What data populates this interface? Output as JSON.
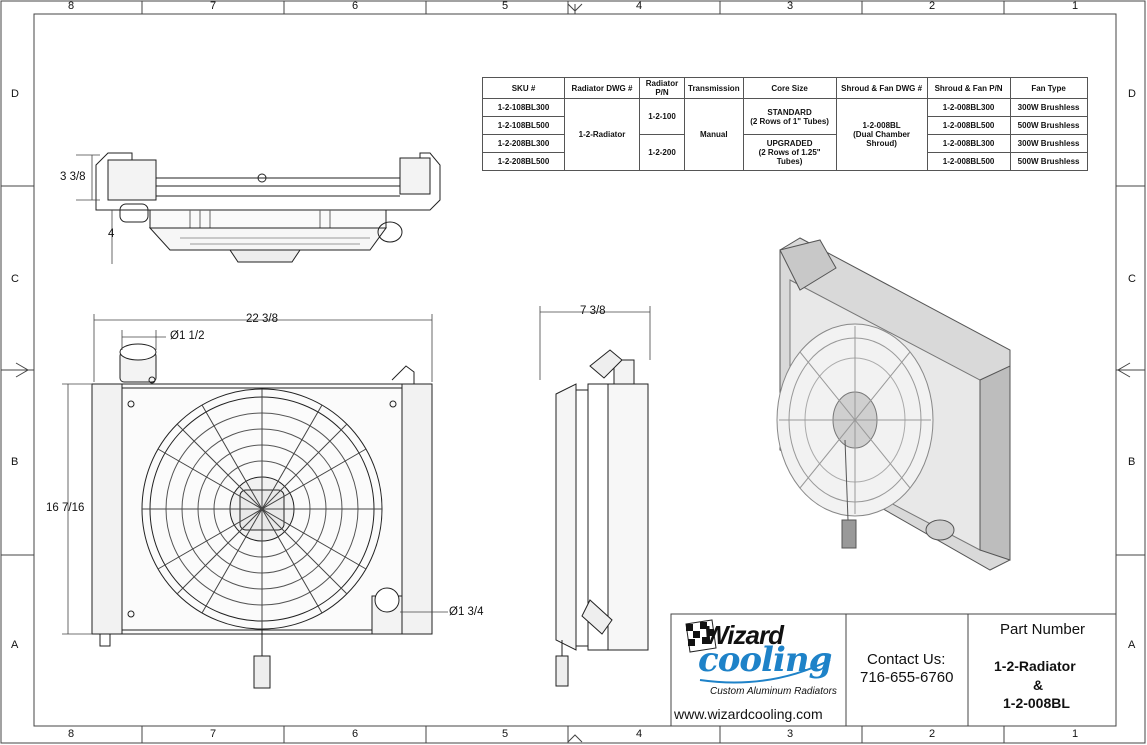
{
  "grid": {
    "columns": [
      "8",
      "7",
      "6",
      "5",
      "4",
      "3",
      "2",
      "1"
    ],
    "rows": [
      "D",
      "C",
      "B",
      "A"
    ]
  },
  "table": {
    "headers": [
      "SKU #",
      "Radiator DWG #",
      "Radiator P/N",
      "Transmission",
      "Core Size",
      "Shroud & Fan DWG #",
      "Shroud & Fan P/N",
      "Fan Type"
    ],
    "skus": [
      "1-2-108BL300",
      "1-2-108BL500",
      "1-2-208BL300",
      "1-2-208BL500"
    ],
    "radiator_dwg": "1-2-Radiator",
    "radiator_pn": [
      "1-2-100",
      "1-2-200"
    ],
    "transmission": "Manual",
    "core_size": [
      {
        "line1": "STANDARD",
        "line2": "(2 Rows of 1\" Tubes)"
      },
      {
        "line1": "UPGRADED",
        "line2": "(2 Rows of 1.25\" Tubes)"
      }
    ],
    "shroud_dwg": {
      "line1": "1-2-008BL",
      "line2": "(Dual Chamber Shroud)"
    },
    "shroud_pn": [
      "1-2-008BL300",
      "1-2-008BL500",
      "1-2-008BL300",
      "1-2-008BL500"
    ],
    "fan_type": [
      "300W Brushless",
      "500W Brushless",
      "300W Brushless",
      "500W Brushless"
    ]
  },
  "dimensions": {
    "top_height": "3 3/8",
    "top_depth": "4",
    "width": "22 3/8",
    "inlet_dia": "Ø1 1/2",
    "height": "16 7/16",
    "outlet_dia": "Ø1 3/4",
    "side_depth": "7 3/8"
  },
  "title_block": {
    "brand": "Wizard",
    "brand_script": "cooling",
    "tagline": "Custom Aluminum Radiators",
    "url": "www.wizardcooling.com",
    "contact_label": "Contact Us:",
    "phone": "716-655-6760",
    "part_number_label": "Part Number",
    "part_number_line1": "1-2-Radiator",
    "part_number_line2": "&",
    "part_number_line3": "1-2-008BL"
  },
  "colors": {
    "brand_blue": "#1e82c8",
    "line": "#222222"
  }
}
